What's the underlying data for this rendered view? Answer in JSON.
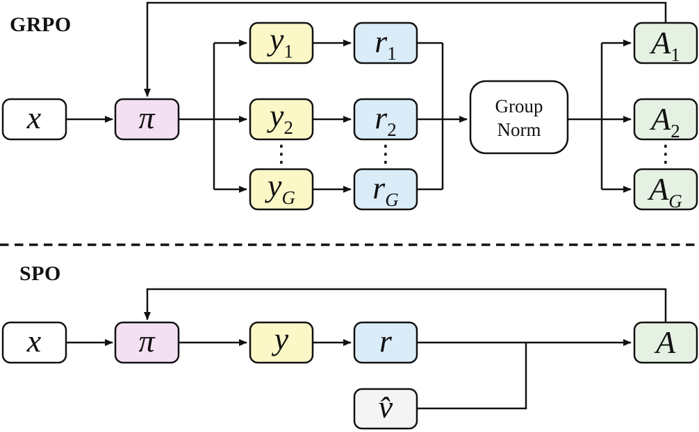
{
  "colors": {
    "line": "#111111",
    "box_plain": "#ffffff",
    "box_policy": "#f3e1f3",
    "box_sample": "#fbf7c7",
    "box_reward": "#d9ecf8",
    "box_advantage": "#e5f1e2",
    "box_value": "#f4f4f4"
  },
  "ellipsis": "⋮",
  "grpo": {
    "title": "GRPO",
    "input": {
      "main": "x"
    },
    "policy": {
      "main": "π"
    },
    "samples": [
      {
        "main": "y",
        "sub": "1"
      },
      {
        "main": "y",
        "sub": "2"
      },
      {
        "main": "y",
        "sub": "G"
      }
    ],
    "rewards": [
      {
        "main": "r",
        "sub": "1"
      },
      {
        "main": "r",
        "sub": "2"
      },
      {
        "main": "r",
        "sub": "G"
      }
    ],
    "group_norm": {
      "line1": "Group",
      "line2": "Norm"
    },
    "advantages": [
      {
        "main": "A",
        "sub": "1"
      },
      {
        "main": "A",
        "sub": "2"
      },
      {
        "main": "A",
        "sub": "G"
      }
    ]
  },
  "spo": {
    "title": "SPO",
    "input": {
      "main": "x"
    },
    "policy": {
      "main": "π"
    },
    "sample": {
      "main": "y"
    },
    "reward": {
      "main": "r"
    },
    "value": {
      "main": "v̂"
    },
    "advantage": {
      "main": "A"
    }
  }
}
